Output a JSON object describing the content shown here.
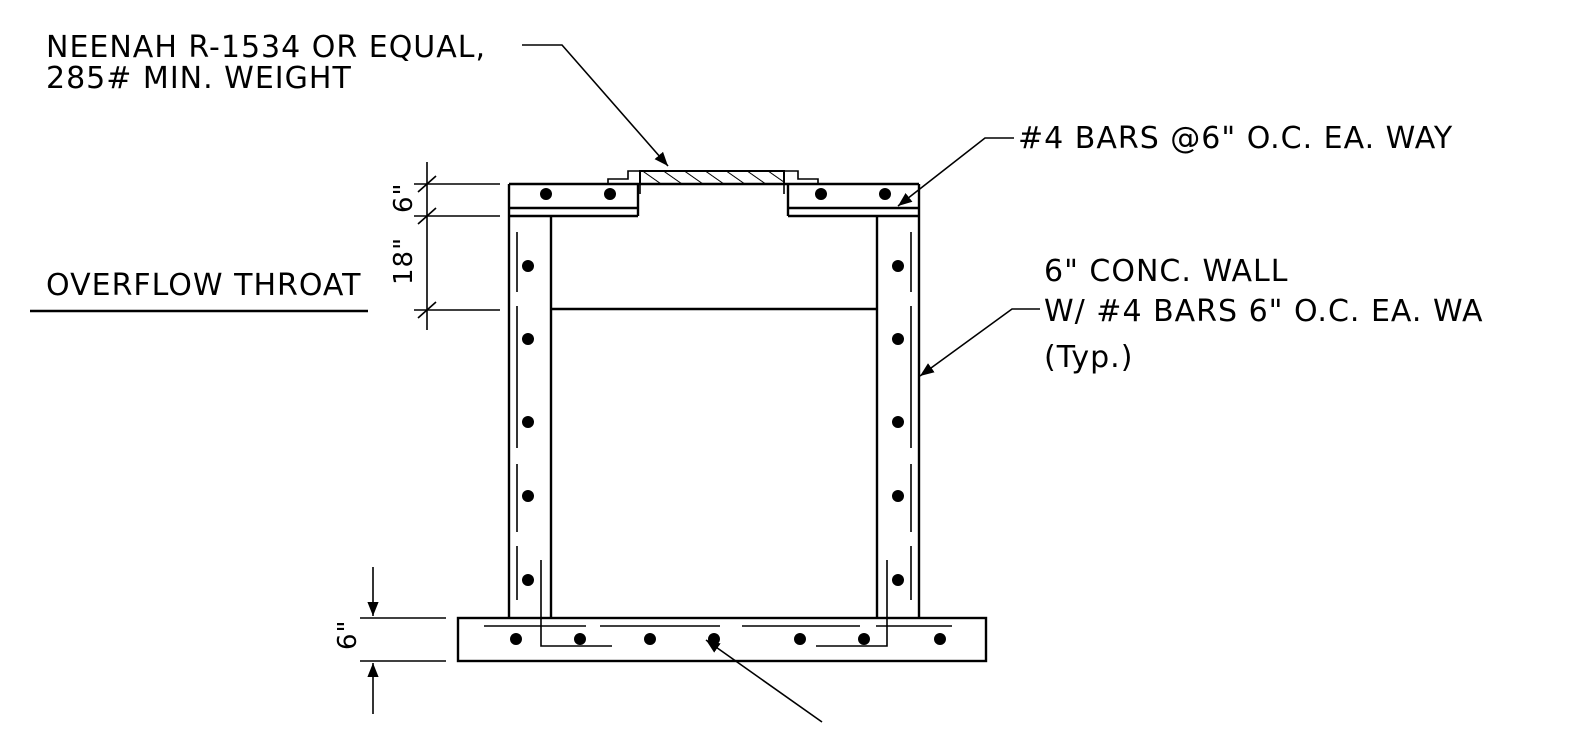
{
  "labels": {
    "casting_line1": "NEENAH R-1534 OR EQUAL,",
    "casting_line2": "285# MIN. WEIGHT",
    "top_bars": "#4 BARS @6\" O.C. EA. WAY",
    "wall_line1": "6\" CONC. WALL",
    "wall_line2": "W/ #4 BARS 6\" O.C. EA. WA",
    "wall_line3": "(Typ.)",
    "overflow": "OVERFLOW THROAT"
  },
  "dimensions": {
    "top_slab": "6\"",
    "throat": "18\"",
    "base_slab": "6\""
  }
}
